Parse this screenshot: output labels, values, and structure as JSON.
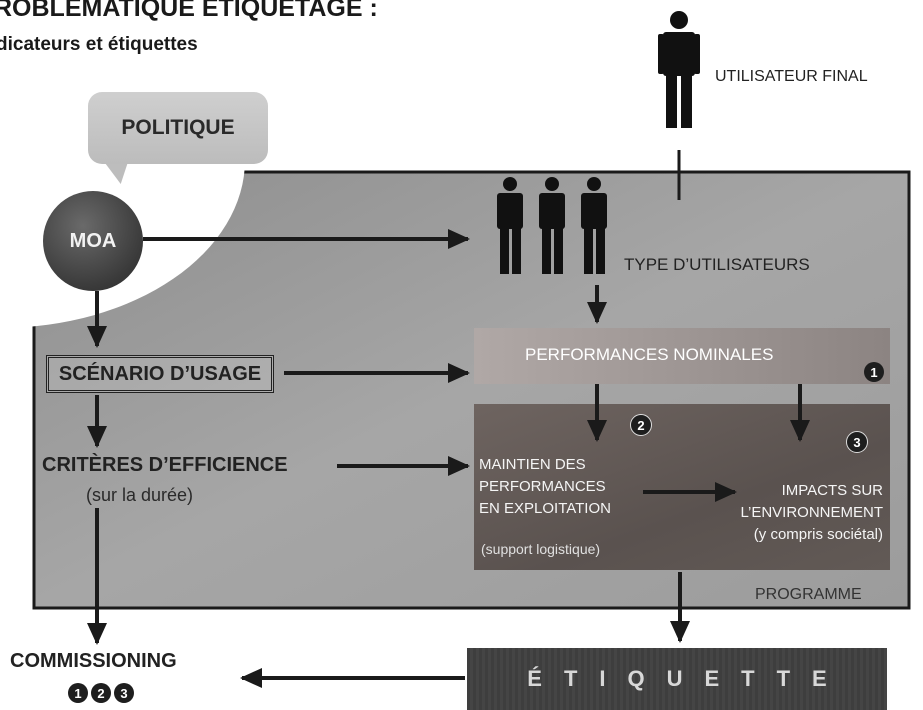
{
  "header": {
    "title": "ROBLÉMATIQUE ÉTIQUETAGE :",
    "subtitle": "dicateurs et étiquettes"
  },
  "nodes": {
    "politique": "POLITIQUE",
    "moa": "MOA",
    "utilisateur_final": "UTILISATEUR FINAL",
    "type_utilisateurs": "TYPE D’UTILISATEURS",
    "scenario": "SCÉNARIO D’USAGE",
    "criteres": "CRITÈRES D’EFFICIENCE",
    "criteres_sub": "(sur la durée)",
    "performances_nominales": "PERFORMANCES NOMINALES",
    "maintien_lines": [
      "MAINTIEN DES",
      "PERFORMANCES",
      "EN EXPLOITATION"
    ],
    "support": "(support logistique)",
    "impacts_lines": [
      "IMPACTS SUR",
      "L’ENVIRONNEMENT",
      "(y compris sociétal)"
    ],
    "programme": "PROGRAMME",
    "commissioning": "COMMISSIONING",
    "etiquette": "ÉTIQUETTE"
  },
  "markers": {
    "one": "1",
    "two": "2",
    "three": "3"
  },
  "colors": {
    "moa_circle": "#3a3a3a",
    "panel": "#9a9a9a",
    "perf_box": "#9e9694",
    "lower_box": "#5f5753",
    "etiquette_bar": "#424242",
    "arrow": "#1a1a1a"
  },
  "icons": {
    "person": "person-icon",
    "group": "group-of-persons-icon"
  }
}
